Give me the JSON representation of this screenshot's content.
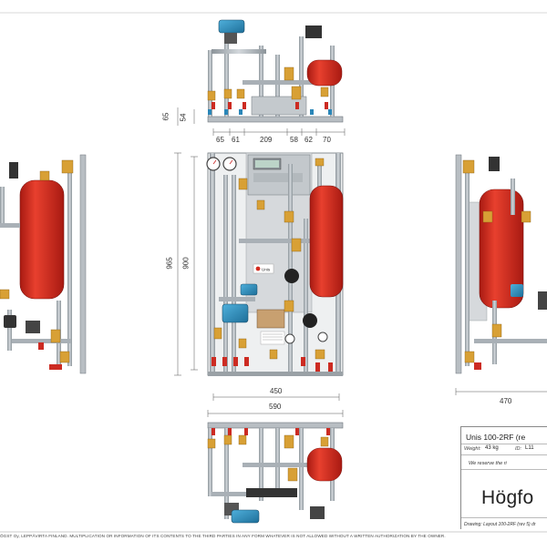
{
  "dimensions": {
    "top_depths": [
      "65",
      "54"
    ],
    "top_widths": [
      "65",
      "61",
      "209",
      "58",
      "62",
      "70"
    ],
    "height_outer": "965",
    "height_inner": "900",
    "width_inner": "450",
    "width_outer": "590",
    "depth": "470"
  },
  "title_block": {
    "model": "Unis 100-2RF (re",
    "weight_label": "Weight:",
    "weight_value": "43 kg",
    "id_label": "ID:",
    "id_value": "L11",
    "reserve_note": "We reserve the ri",
    "logo": "Högfo",
    "drawing_label": "Drawing:",
    "drawing_value": "Layout 100-2RF (rev 5) dr"
  },
  "panel_badge": "Unis",
  "footer": "ÖGST Oy, LEPPÄVIRTA FINLAND. MULTIPLICATION OR INFORMATION OF ITS CONTENTS TO THE THIRD PARTIES IN ANY FORM WHATEVER IS NOT ALLOWED WITHOUT A WRITTEN AUTHORIZATION BY THE OWNER.",
  "colors": {
    "tank": "#d42a1e",
    "pump": "#2a86b8",
    "valve_brass": "#d8a035",
    "pipe": "#a9b0b6",
    "frame": "#7d858c",
    "panel": "#d6d9dc"
  }
}
